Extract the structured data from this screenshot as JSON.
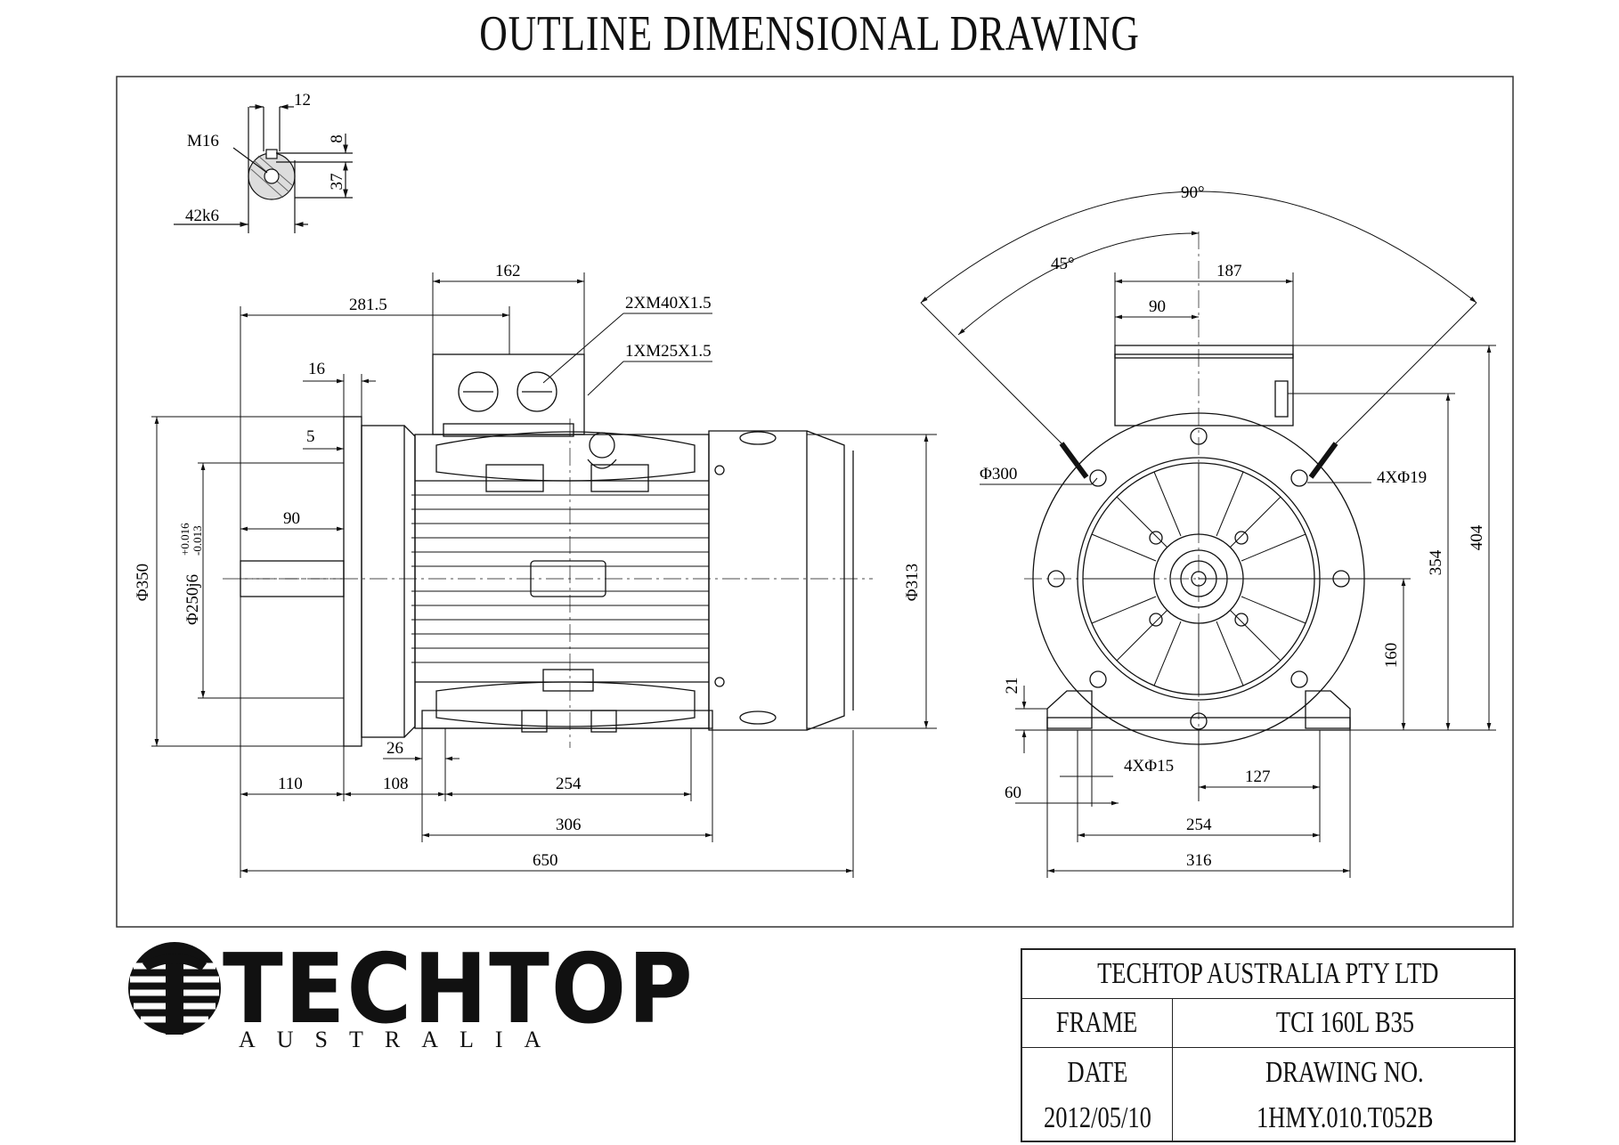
{
  "title": "OUTLINE DIMENSIONAL DRAWING",
  "shaft_detail": {
    "thread": "M16",
    "key_width": "12",
    "key_depth": "8",
    "shaft_height": "37",
    "shaft_dia": "42k6"
  },
  "side_view": {
    "terminal_box_width": "162",
    "terminal_box_offset": "281.5",
    "gland_main": "2XM40X1.5",
    "gland_aux": "1XM25X1.5",
    "flange_thickness": "16",
    "spigot": "5",
    "shaft_length": "90",
    "flange_dia": "Φ350",
    "spigot_dia": "Φ250j6",
    "spigot_tol_upper": "+0.016",
    "spigot_tol_lower": "-0.013",
    "body_dia": "Φ313",
    "foot_height": "26",
    "shaft_extension": "110",
    "shaft_to_foot": "108",
    "foot_hole_spacing": "254",
    "foot_length": "306",
    "overall_length": "650"
  },
  "end_view": {
    "angle_total": "90°",
    "angle_half": "45°",
    "box_width": "187",
    "box_half": "90",
    "pcd": "Φ300",
    "flange_holes": "4XΦ19",
    "overall_height": "404",
    "box_top_height": "354",
    "shaft_height": "160",
    "foot_thickness": "21",
    "foot_holes": "4XΦ15",
    "half_foot_spacing": "127",
    "foot_edge": "60",
    "foot_hole_spacing": "254",
    "foot_width": "316"
  },
  "brand": {
    "name": "TECHTOP",
    "sub": "AUSTRALIA"
  },
  "title_block": {
    "company": "TECHTOP AUSTRALIA PTY LTD",
    "frame_label": "FRAME",
    "frame_value": "TCI 160L B35",
    "date_label": "DATE",
    "drawing_no_label": "DRAWING NO.",
    "date_value": "2012/05/10",
    "drawing_no_value": "1HMY.010.T052B"
  }
}
